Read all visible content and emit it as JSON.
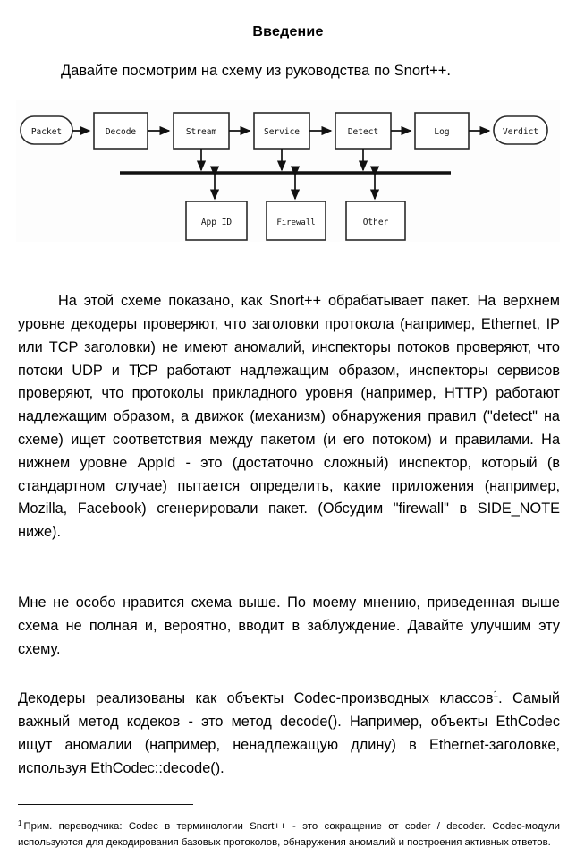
{
  "document": {
    "title": "Введение",
    "lead_paragraph": "Давайте посмотрим на схему из руководства по Snort++."
  },
  "figure": {
    "name": "snort-packet-processing-diagram",
    "pipeline": [
      {
        "label": "Packet",
        "shape": "rounded"
      },
      {
        "label": "Decode",
        "shape": "rect"
      },
      {
        "label": "Stream",
        "shape": "rect"
      },
      {
        "label": "Service",
        "shape": "rect"
      },
      {
        "label": "Detect",
        "shape": "rect"
      },
      {
        "label": "Log",
        "shape": "rect"
      },
      {
        "label": "Verdict",
        "shape": "rounded"
      }
    ],
    "lower_nodes": [
      {
        "label": "App ID"
      },
      {
        "label": "Firewall"
      },
      {
        "label": "Other"
      }
    ],
    "bus_label": "",
    "line_color": "#1a1a1a",
    "box_fill": "#ffffff",
    "background": "#fdfdfd"
  },
  "paragraphs": {
    "p1_part1": "На этой схеме показано, как Snort++ обрабатывает пакет. На верхнем уровне декодеры проверяют, что заголовки протокола (например, Ethernet, IP или TCP заголовки) не имеют аномалий, инспекторы потоков проверяют, что потоки UDP и T",
    "p1_part2": "CP работают надлежащим образом, инспекторы сервисов проверяют, что протоколы прикладного уровня (например, HTTP) работают надлежащим образом, а движок (механизм) обнаружения правил (\"detect\" на схеме) ищет соответствия между пакетом (и его потоком) и правилами. На нижнем уровне AppId - это (достаточно сложный) инспектор, который (в стандартном случае) пытается определить, какие приложения (например, Mozilla, Facebook) сгенерировали пакет. (Обсудим \"firewall\" в SIDE_NOTE ниже).",
    "p2": "Мне не особо нравится схема выше. По моему мнению, приведенная выше схема не полная и, вероятно, вводит в заблуждение. Давайте улучшим эту схему.",
    "p3_part1": "Декодеры реализованы как объекты Codec-производных классов",
    "p3_marker": "1",
    "p3_part2": ". Самый важный метод кодеков - это метод decode(). Например, объекты EthCodec ищут аномалии (например, ненадлежащую длину) в Ethernet-заголовке, используя EthCodec::decode()."
  },
  "footnote": {
    "marker": "1",
    "text": "Прим. переводчика: Codec в терминологии Snort++ - это сокращение от coder / decoder. Codec-модули используются для декодирования базовых протоколов, обнаружения аномалий и построения активных ответов."
  }
}
